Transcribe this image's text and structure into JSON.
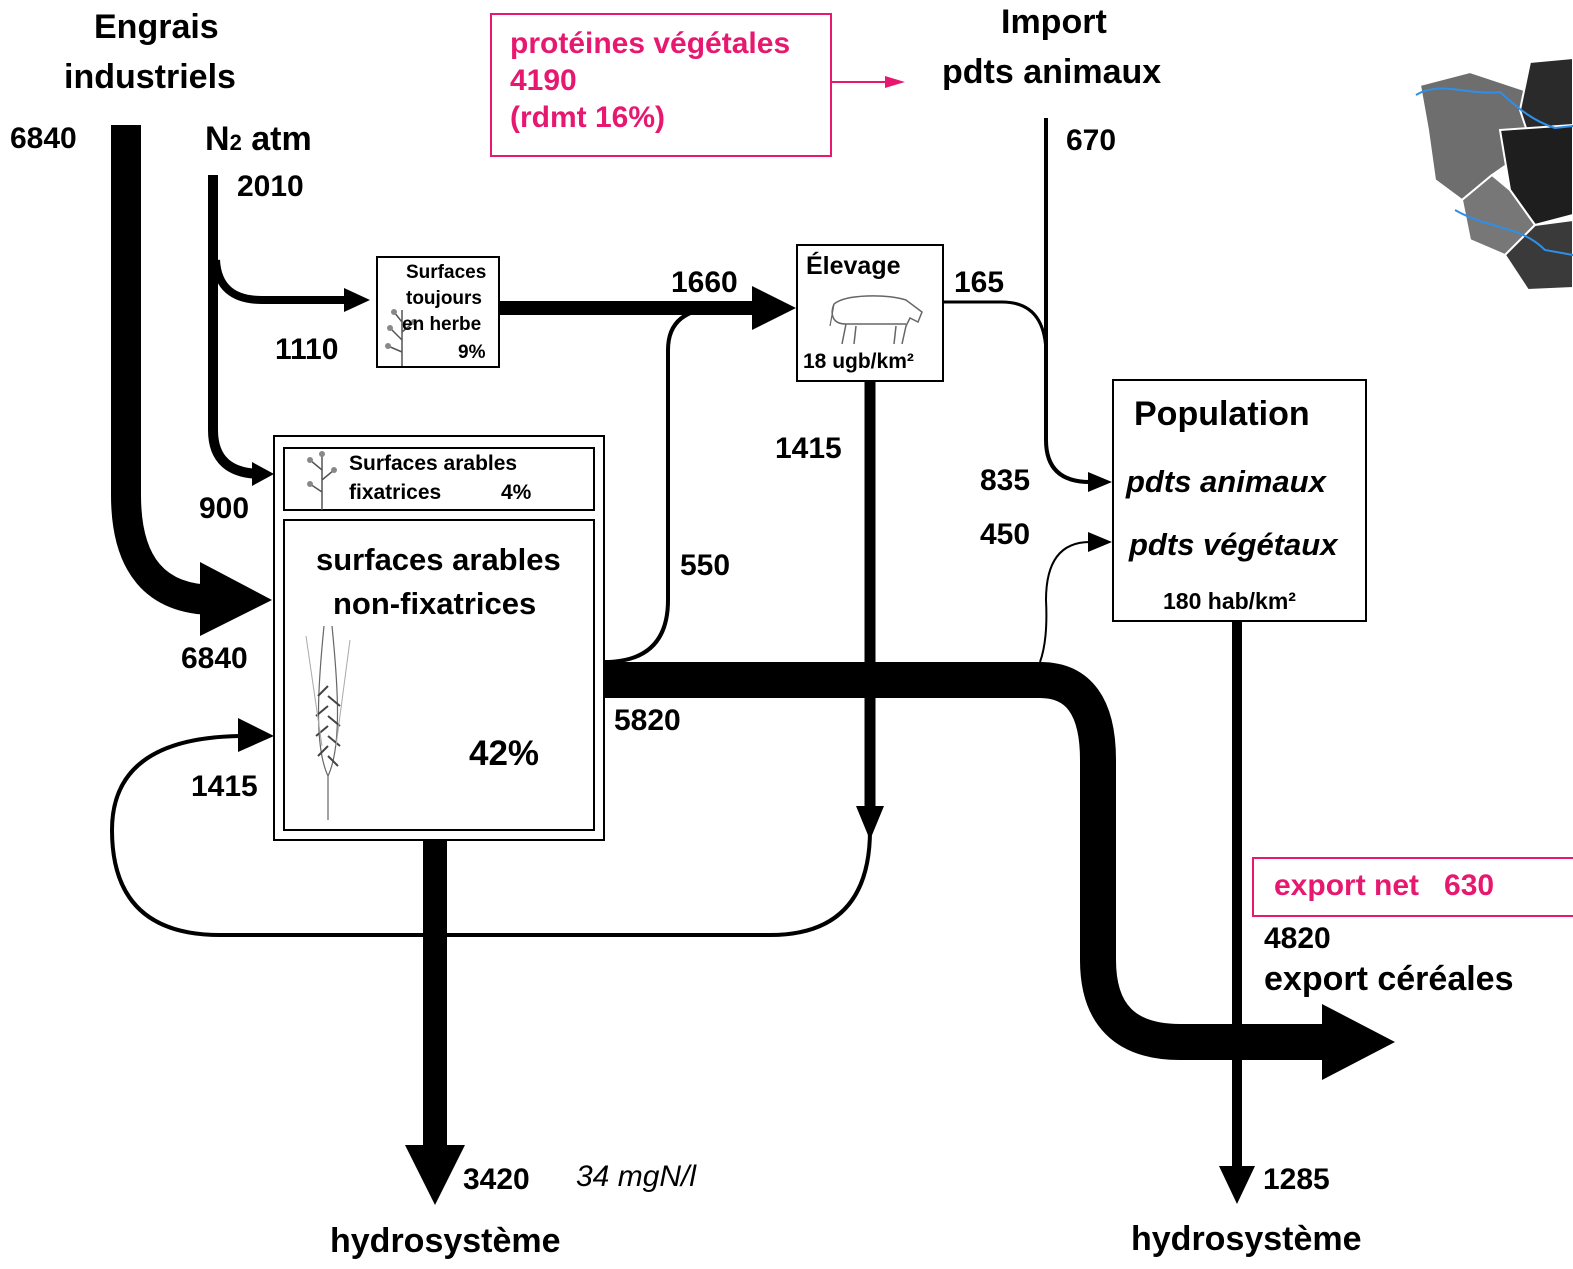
{
  "sources": {
    "engrais_line1": "Engrais",
    "engrais_line2": "industriels",
    "engrais_value": "6840",
    "n2_label": "atm",
    "n2_symbol": "N",
    "n2_sub": "2",
    "n2_value": "2010",
    "import_line1": "Import",
    "import_line2": "pdts animaux",
    "import_value": "670"
  },
  "proteins_box": {
    "line1": "protéines végétales",
    "line2": "4190",
    "line3": "(rdmt 16%)"
  },
  "grassland_box": {
    "line1": "Surfaces",
    "line2": "toujours",
    "line3": "en herbe",
    "percent": "9%"
  },
  "livestock_box": {
    "title": "Élevage",
    "density": "18 ugb/km²"
  },
  "arable_fix_box": {
    "line1": "Surfaces arables",
    "line2": "fixatrices",
    "percent": "4%"
  },
  "arable_nonfix_box": {
    "line1": "surfaces arables",
    "line2": "non-fixatrices",
    "percent": "42%"
  },
  "population_box": {
    "title": "Population",
    "animal": "pdts animaux",
    "plant": "pdts végétaux",
    "density": "180 hab/km²"
  },
  "flows": {
    "grassland_in": "1110",
    "grass_to_livestock": "1660",
    "livestock_to_pop": "165",
    "manure": "1415",
    "fix_in": "900",
    "fert_in": "6840",
    "manure_in": "1415",
    "arable_to_livestock": "550",
    "arable_out": "5820",
    "pop_animal": "835",
    "pop_plant": "450",
    "leach_arable": "3420",
    "concentration": "34 mgN/l",
    "leach_pop": "1285"
  },
  "exports": {
    "net_label": "export net",
    "net_value": "630",
    "cereal_value": "4820",
    "cereal_label": "export céréales"
  },
  "sinks": {
    "hydro_left": "hydrosystème",
    "hydro_right": "hydrosystème"
  },
  "colors": {
    "accent": "#e6186f",
    "flow": "#000000",
    "map_river": "#2f8fe8"
  },
  "icons": [
    "grass-plant-icon",
    "cow-icon",
    "vetch-plant-icon",
    "wheat-ear-icon",
    "region-map-icon"
  ]
}
